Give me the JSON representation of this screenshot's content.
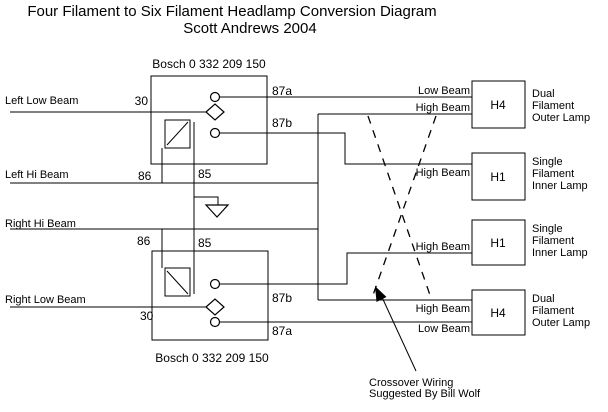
{
  "title": {
    "line1": "Four Filament to Six Filament Headlamp Conversion Diagram",
    "line2": "Scott Andrews 2004"
  },
  "relay_top": {
    "label": "Bosch 0 332 209 150",
    "terminal_30": "30",
    "terminal_86": "86",
    "terminal_85": "85",
    "terminal_87a": "87a",
    "terminal_87b": "87b"
  },
  "relay_bottom": {
    "label": "Bosch 0 332 209 150",
    "terminal_30": "30",
    "terminal_86": "86",
    "terminal_85": "85",
    "terminal_87a": "87a",
    "terminal_87b": "87b"
  },
  "feeds": {
    "left_low": "Left Low Beam",
    "left_hi": "Left Hi Beam",
    "right_hi": "Right Hi Beam",
    "right_low": "Right Low Beam"
  },
  "wire_labels": {
    "outer_top_low": "Low Beam",
    "outer_top_high": "High Beam",
    "inner_top_high": "High Beam",
    "inner_bottom_high": "High Beam",
    "outer_bottom_high": "High Beam",
    "outer_bottom_low": "Low Beam"
  },
  "lamps": {
    "outer_top": {
      "id": "H4",
      "desc_line1": "Dual",
      "desc_line2": "Filament",
      "desc_line3": "Outer Lamp"
    },
    "inner_top": {
      "id": "H1",
      "desc_line1": "Single",
      "desc_line2": "Filament",
      "desc_line3": "Inner Lamp"
    },
    "inner_bottom": {
      "id": "H1",
      "desc_line1": "Single",
      "desc_line2": "Filament",
      "desc_line3": "Inner Lamp"
    },
    "outer_bottom": {
      "id": "H4",
      "desc_line1": "Dual",
      "desc_line2": "Filament",
      "desc_line3": "Outer Lamp"
    }
  },
  "annotation": {
    "line1": "Crossover Wiring",
    "line2": "Suggested By Bill Wolf"
  },
  "colors": {
    "line": "#000000",
    "background": "#ffffff"
  }
}
